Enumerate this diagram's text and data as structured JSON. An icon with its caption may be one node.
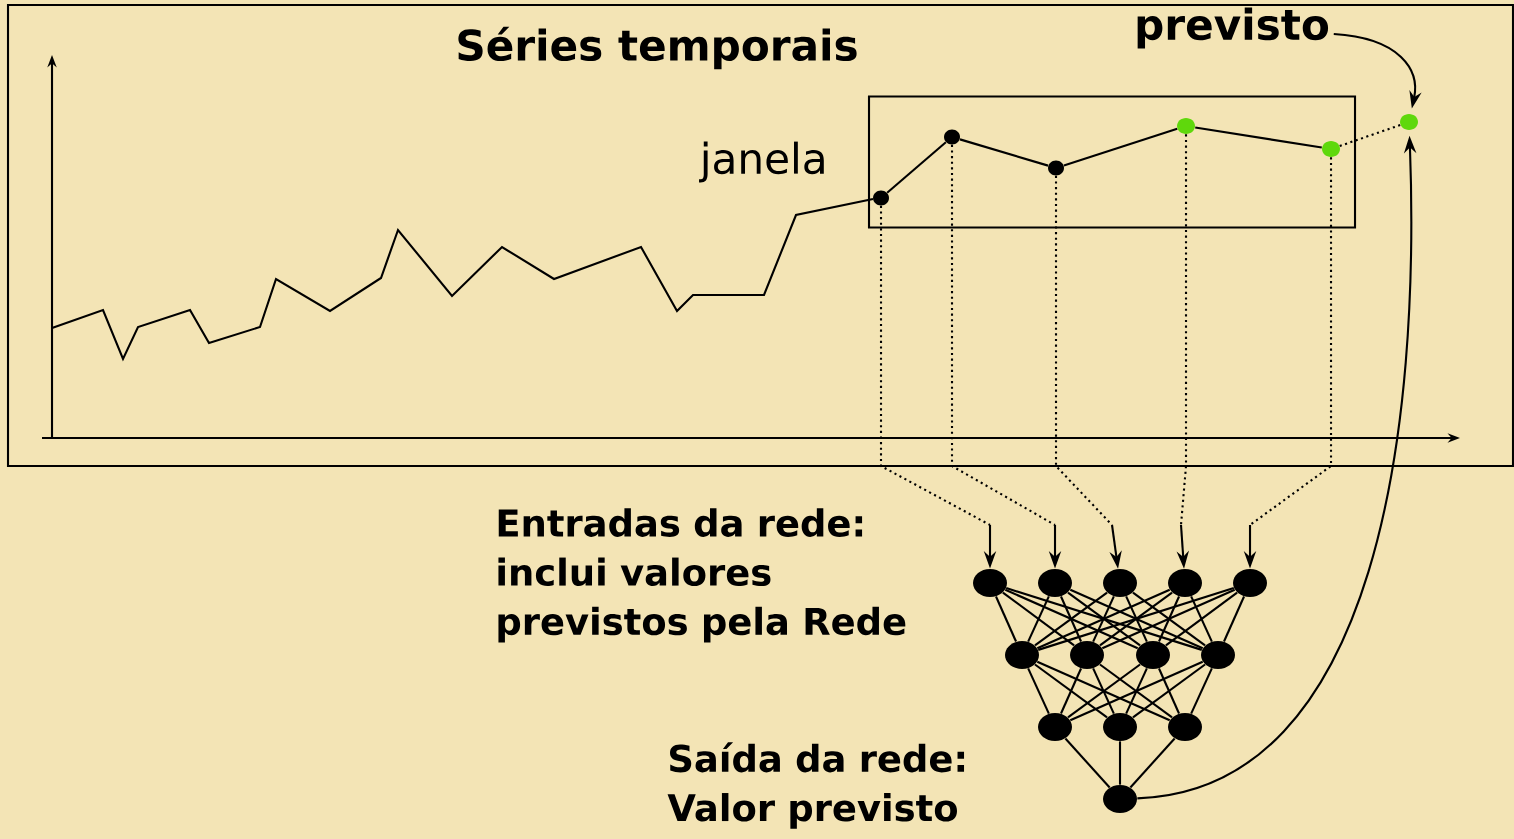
{
  "diagram": {
    "title": "Séries temporais",
    "nodes": [
      {
        "text": [
          "janela"
        ]
      },
      {
        "text": [],
        "shape": "circle",
        "in": 0
      },
      {
        "text": [],
        "shape": "circle",
        "in": 0
      },
      {
        "text": [],
        "shape": "circle",
        "in": 0
      },
      {
        "text": [],
        "shape": "circle",
        "in": 0
      },
      {
        "text": [],
        "shape": "circle",
        "in": 0
      },
      {
        "text": [],
        "shape": "circle"
      },
      {
        "text": [
          "previsto"
        ]
      },
      {
        "text": [],
        "shape": "circle"
      },
      {
        "text": [],
        "shape": "circle"
      },
      {
        "text": [],
        "shape": "circle"
      },
      {
        "text": [],
        "shape": "circle"
      },
      {
        "text": [],
        "shape": "circle"
      },
      {
        "text": [],
        "shape": "circle"
      },
      {
        "text": [],
        "shape": "circle"
      },
      {
        "text": [],
        "shape": "circle"
      },
      {
        "text": [],
        "shape": "circle"
      },
      {
        "text": [],
        "shape": "circle"
      },
      {
        "text": [],
        "shape": "circle"
      },
      {
        "text": [],
        "shape": "circle"
      },
      {
        "text": [],
        "shape": "circle"
      }
    ],
    "edges": [
      {
        "from": 1,
        "to": 2,
        "arrow": "none"
      },
      {
        "from": 2,
        "to": 3,
        "arrow": "none"
      },
      {
        "from": 3,
        "to": 4,
        "arrow": "none"
      },
      {
        "from": 4,
        "to": 5,
        "arrow": "none"
      },
      {
        "from": 5,
        "to": 6,
        "arrow": "none",
        "style": "dashed"
      },
      {
        "from": 1,
        "to": 8,
        "arrow": "to",
        "style": "dashed"
      },
      {
        "from": 2,
        "to": 9,
        "arrow": "to",
        "style": "dashed"
      },
      {
        "from": 3,
        "to": 10,
        "arrow": "to",
        "style": "dashed"
      },
      {
        "from": 4,
        "to": 11,
        "arrow": "to",
        "style": "dashed"
      },
      {
        "from": 5,
        "to": 12,
        "arrow": "to",
        "style": "dashed"
      },
      {
        "from": 7,
        "to": 6,
        "arrow": "to"
      },
      {
        "from": 8,
        "to": 13,
        "arrow": "none"
      },
      {
        "from": 8,
        "to": 14,
        "arrow": "none"
      },
      {
        "from": 8,
        "to": 15,
        "arrow": "none"
      },
      {
        "from": 8,
        "to": 16,
        "arrow": "none"
      },
      {
        "from": 9,
        "to": 13,
        "arrow": "none"
      },
      {
        "from": 9,
        "to": 14,
        "arrow": "none"
      },
      {
        "from": 9,
        "to": 15,
        "arrow": "none"
      },
      {
        "from": 9,
        "to": 16,
        "arrow": "none"
      },
      {
        "from": 10,
        "to": 13,
        "arrow": "none"
      },
      {
        "from": 10,
        "to": 14,
        "arrow": "none"
      },
      {
        "from": 10,
        "to": 15,
        "arrow": "none"
      },
      {
        "from": 10,
        "to": 16,
        "arrow": "none"
      },
      {
        "from": 11,
        "to": 13,
        "arrow": "none"
      },
      {
        "from": 11,
        "to": 14,
        "arrow": "none"
      },
      {
        "from": 11,
        "to": 15,
        "arrow": "none"
      },
      {
        "from": 11,
        "to": 16,
        "arrow": "none"
      },
      {
        "from": 12,
        "to": 13,
        "arrow": "none"
      },
      {
        "from": 12,
        "to": 14,
        "arrow": "none"
      },
      {
        "from": 12,
        "to": 15,
        "arrow": "none"
      },
      {
        "from": 12,
        "to": 16,
        "arrow": "none"
      },
      {
        "from": 13,
        "to": 17,
        "arrow": "none"
      },
      {
        "from": 13,
        "to": 18,
        "arrow": "none"
      },
      {
        "from": 13,
        "to": 19,
        "arrow": "none"
      },
      {
        "from": 14,
        "to": 17,
        "arrow": "none"
      },
      {
        "from": 14,
        "to": 18,
        "arrow": "none"
      },
      {
        "from": 14,
        "to": 19,
        "arrow": "none"
      },
      {
        "from": 15,
        "to": 17,
        "arrow": "none"
      },
      {
        "from": 15,
        "to": 18,
        "arrow": "none"
      },
      {
        "from": 15,
        "to": 19,
        "arrow": "none"
      },
      {
        "from": 16,
        "to": 17,
        "arrow": "none"
      },
      {
        "from": 16,
        "to": 18,
        "arrow": "none"
      },
      {
        "from": 16,
        "to": 19,
        "arrow": "none"
      },
      {
        "from": 17,
        "to": 20,
        "arrow": "none"
      },
      {
        "from": 18,
        "to": 20,
        "arrow": "none"
      },
      {
        "from": 19,
        "to": 20,
        "arrow": "none"
      },
      {
        "from": 20,
        "to": 6,
        "arrow": "to"
      }
    ],
    "labels": [
      "Entradas da rede: inclui valores previstos pela Rede",
      "Saída da rede: Valor previsto"
    ]
  }
}
